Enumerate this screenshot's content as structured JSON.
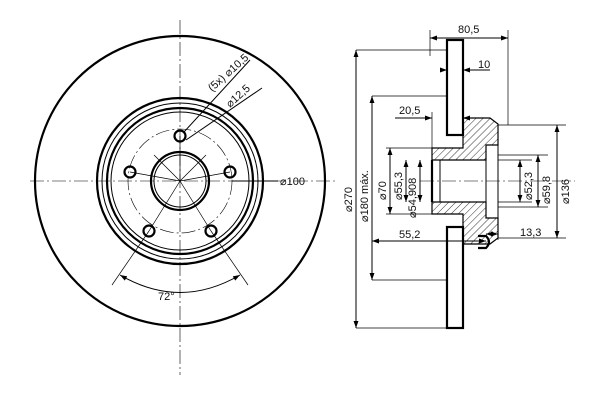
{
  "front_view": {
    "bolt_holes": "(5x) ⌀10,5",
    "pilot_dia": "⌀12,5",
    "pcd": "⌀100",
    "angle": "72°"
  },
  "side_view": {
    "total_height": "80,5",
    "disc_thickness": "10",
    "hat_depth": "20,5",
    "hub_offset": "55,2",
    "hub_step": "13,3",
    "outer_dia": "⌀270",
    "friction_dia": "⌀180 máx.",
    "hub_dia": "⌀70",
    "bore_a": "⌀55,3",
    "bore_b": "⌀54,908",
    "bore_c": "⌀52,3",
    "bore_d": "⌀59,8",
    "flange_dia": "⌀136"
  }
}
